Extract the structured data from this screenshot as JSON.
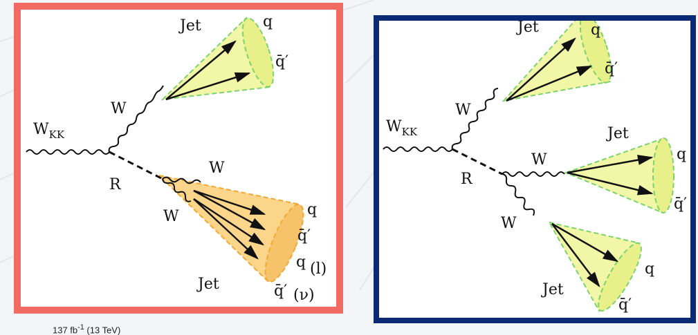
{
  "colors": {
    "left_frame": "#f26b63",
    "right_frame": "#0b2a73",
    "green_cone_fill": "#f2f7a8",
    "green_cone_stroke": "#7dd36b",
    "orange_cone_fill": "#fbd58a",
    "orange_cone_stroke": "#f2a833"
  },
  "left_diagram": {
    "wkk_main": "W",
    "wkk_sub": "KK",
    "r_label": "R",
    "upper_w": "W",
    "upper_jet": "Jet",
    "upper_q": "q",
    "upper_qbar": "q̄′",
    "lower_w_top": "W",
    "lower_w_bottom": "W",
    "lower_jet": "Jet",
    "lower_q1": "q",
    "lower_qbar1": "q̄′",
    "lower_q2": "q",
    "lower_l": "(l)",
    "lower_qbar2": "q̄′",
    "lower_nu": "(ν)"
  },
  "right_diagram": {
    "wkk_main": "W",
    "wkk_sub": "KK",
    "r_label": "R",
    "upper_w": "W",
    "upper_jet": "Jet",
    "upper_q": "q",
    "upper_qbar": "q̄′",
    "mid_w": "W",
    "mid_jet": "Jet",
    "mid_q": "q",
    "mid_qbar": "q̄′",
    "low_w": "W",
    "low_jet": "Jet",
    "low_q": "q",
    "low_qbar": "q̄′"
  },
  "footer": {
    "lumi_prefix": "137 fb",
    "lumi_sup": "-1",
    "lumi_suffix": " (13 TeV)"
  }
}
